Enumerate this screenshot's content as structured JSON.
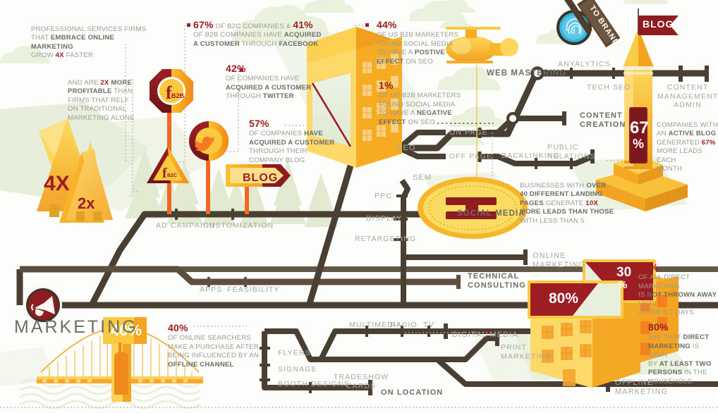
{
  "title": "MARKETING",
  "colors": {
    "road": "#4a3f33",
    "road_light": "#6b5c4a",
    "dark_red": "#9e1d22",
    "deep_red": "#7e1a1e",
    "orange": "#f4a020",
    "yellow": "#fbc62f",
    "pale_yellow": "#fde28a",
    "grey_text": "#9b9b95",
    "dark_grey_text": "#6d6d67",
    "pale_green": "#e4ecd6",
    "cloud": "#eaf0dd",
    "cyan": "#33b5e0",
    "stem_orange": "#f4671f"
  },
  "stats": [
    {
      "id": "professional-services",
      "lines": [
        [
          {
            "t": "PROFESSIONAL SERVICES FIRMS",
            "s": "n"
          }
        ],
        [
          {
            "t": "THAT ",
            "s": "n"
          },
          {
            "t": "EMBRACE ONLINE MARKETING",
            "s": "b"
          }
        ],
        [
          {
            "t": "GROW ",
            "s": "n"
          },
          {
            "t": "4X",
            "s": "num"
          },
          {
            "t": " FASTER",
            "s": "n"
          }
        ]
      ]
    },
    {
      "id": "more-profitable",
      "lines": [
        [
          {
            "t": "AND ARE ",
            "s": "n"
          },
          {
            "t": "2X",
            "s": "num"
          },
          {
            "t": " MORE",
            "s": "b"
          }
        ],
        [
          {
            "t": "PROFITABLE",
            "s": "b"
          },
          {
            "t": " THAN",
            "s": "n"
          }
        ],
        [
          {
            "t": "FIRMS THAT RELY",
            "s": "n"
          }
        ],
        [
          {
            "t": "ON TRADITIONAL",
            "s": "n"
          }
        ],
        [
          {
            "t": "MARKETING ALONE",
            "s": "n"
          }
        ]
      ]
    },
    {
      "id": "facebook-67",
      "lines": [
        [
          {
            "t": "67%",
            "s": "numbig"
          },
          {
            "t": " OF B2C COMPANIES & ",
            "s": "n"
          },
          {
            "t": "41%",
            "s": "numbig"
          }
        ],
        [
          {
            "t": "OF B2B COMPANIES HAVE ",
            "s": "n"
          },
          {
            "t": "ACQUIRED",
            "s": "b"
          }
        ],
        [
          {
            "t": "A CUSTOMER",
            "s": "b"
          },
          {
            "t": " THROUGH ",
            "s": "n"
          },
          {
            "t": "FACEBOOK",
            "s": "b"
          }
        ]
      ]
    },
    {
      "id": "twitter-42",
      "lines": [
        [
          {
            "t": "42%",
            "s": "numbig"
          }
        ],
        [
          {
            "t": "OF COMPANIES HAVE",
            "s": "n"
          }
        ],
        [
          {
            "t": "ACQUIRED A CUSTOMER",
            "s": "b"
          }
        ],
        [
          {
            "t": "THROUGH ",
            "s": "n"
          },
          {
            "t": "TWITTER",
            "s": "b"
          }
        ]
      ]
    },
    {
      "id": "blog-57",
      "lines": [
        [
          {
            "t": "57%",
            "s": "numbig"
          }
        ],
        [
          {
            "t": "OF COMPANIES ",
            "s": "n"
          },
          {
            "t": "HAVE",
            "s": "b"
          }
        ],
        [
          {
            "t": "ACQUIRED A CUSTOMER",
            "s": "b"
          }
        ],
        [
          {
            "t": "THROUGH THEIR",
            "s": "n"
          }
        ],
        [
          {
            "t": "COMPANY BLOG",
            "s": "n"
          }
        ]
      ]
    },
    {
      "id": "social-positive-44",
      "lines": [
        [
          {
            "t": "44%",
            "s": "numbig"
          }
        ],
        [
          {
            "t": "OF US B2B MARKETERS",
            "s": "n"
          }
        ],
        [
          {
            "t": "FOUND SOCIAL MEDIA",
            "s": "n"
          }
        ],
        [
          {
            "t": "TO HAVE A ",
            "s": "n"
          },
          {
            "t": "POSTIVE",
            "s": "b"
          }
        ],
        [
          {
            "t": "EFFECT",
            "s": "b"
          },
          {
            "t": " ON SEO",
            "s": "n"
          }
        ]
      ]
    },
    {
      "id": "social-negative-1",
      "lines": [
        [
          {
            "t": "1%",
            "s": "numbig"
          }
        ],
        [
          {
            "t": "OF US B2B MARKETERS",
            "s": "n"
          }
        ],
        [
          {
            "t": "FOUND SOCIAL MEDIA",
            "s": "n"
          }
        ],
        [
          {
            "t": "TO HAVE A ",
            "s": "n"
          },
          {
            "t": "NEGATIVE",
            "s": "b"
          }
        ],
        [
          {
            "t": "EFFECT",
            "s": "b"
          },
          {
            "t": " ON SEO",
            "s": "n"
          }
        ]
      ]
    },
    {
      "id": "landing-pages-10x",
      "lines": [
        [
          {
            "t": "BUSINESSES WITH ",
            "s": "n"
          },
          {
            "t": "OVER",
            "s": "b"
          }
        ],
        [
          {
            "t": "40 DIFFERENT LANDING",
            "s": "b"
          }
        ],
        [
          {
            "t": "PAGES",
            "s": "b"
          },
          {
            "t": " GENERATE ",
            "s": "n"
          },
          {
            "t": "10X",
            "s": "num"
          }
        ],
        [
          {
            "t": "MORE LEADS THAN THOSE",
            "s": "b"
          }
        ],
        [
          {
            "t": "WITH LESS THAN 5",
            "s": "n"
          }
        ]
      ]
    },
    {
      "id": "active-blog-67",
      "lines": [
        [
          {
            "t": "COMPANIES WITH",
            "s": "n"
          }
        ],
        [
          {
            "t": "AN ",
            "s": "n"
          },
          {
            "t": "ACTIVE BLOG",
            "s": "b"
          }
        ],
        [
          {
            "t": "GENERATED ",
            "s": "n"
          },
          {
            "t": "67%",
            "s": "num"
          }
        ],
        [
          {
            "t": "MORE LEADS EACH",
            "s": "n"
          }
        ],
        [
          {
            "t": "MONTH",
            "s": "n"
          }
        ]
      ]
    },
    {
      "id": "direct-mail-30",
      "lines": [
        [
          {
            "t": "30%",
            "s": "numbig"
          }
        ],
        [
          {
            "t": "OF ALL DIRECT MARKETING",
            "s": "n"
          }
        ],
        [
          {
            "t": "IS ",
            "s": "n"
          },
          {
            "t": "NOT THROWN AWAY",
            "s": "b"
          },
          {
            "t": " UNTIL",
            "s": "n"
          }
        ],
        [
          {
            "t": "AFTER 3-7 DAYS",
            "s": "n"
          }
        ]
      ]
    },
    {
      "id": "direct-mail-80",
      "lines": [
        [
          {
            "t": "80%",
            "s": "numbig"
          }
        ],
        [
          {
            "t": "SAY THAT ",
            "s": "n"
          },
          {
            "t": "DIRECT",
            "s": "b"
          }
        ],
        [
          {
            "t": "MARKETING",
            "s": "b"
          },
          {
            "t": " IS SEEN",
            "s": "n"
          }
        ],
        [
          {
            "t": "BY ",
            "s": "n"
          },
          {
            "t": "AT LEAST TWO",
            "s": "b"
          }
        ],
        [
          {
            "t": "PERSONS",
            "s": "b"
          },
          {
            "t": " IN THE",
            "s": "n"
          }
        ],
        [
          {
            "t": "HOUSEHOLD.",
            "s": "n"
          }
        ]
      ]
    },
    {
      "id": "offline-channel-40",
      "lines": [
        [
          {
            "t": "40%",
            "s": "numbig"
          }
        ],
        [
          {
            "t": "OF ONLINE SEARCHERS",
            "s": "n"
          }
        ],
        [
          {
            "t": "MAKE A PURCHASE AFTER",
            "s": "n"
          }
        ],
        [
          {
            "t": "BEING INFLUENCED BY AN",
            "s": "n"
          }
        ],
        [
          {
            "t": "OFFLINE CHANNEL",
            "s": "b"
          }
        ]
      ]
    }
  ],
  "nodes": {
    "social_media": "SOCIAL MEDIA",
    "technical_consulting": "TECHNICAL\nCONSULTING",
    "web_mastering": "WEB MASTERING",
    "content_creation": "CONTENT\nCREATION",
    "online_marketing": "ONLINE\nMARKETING",
    "offline_marketing": "OFFLINE\nMARKETING",
    "print_marketing": "PRINT\nMARKETING",
    "digital_media": "DIGITAL MEDIA",
    "on_location": "ON LOCATION",
    "seo": "SEO",
    "sem": "SEM"
  },
  "sub_labels": {
    "ad_campaign": "AD CAMPAIGN",
    "customization": "CUSTOMIZATION",
    "apps": "APPS",
    "feasibility": "FEASIBILITY",
    "on_page": "ON PAGE",
    "off_page": "OFF PAGE",
    "anyalytics": "ANYALYTICS",
    "tech_seo": "TECH SEO",
    "content_management_admin": "CONTENT\nMANAGEMENT\nADMIN",
    "backlinking": "BACKLINKING",
    "public_relations": "PUBLIC\nRELATIONS",
    "ppc": "PPC",
    "display": "DISPLAY",
    "retargeting": "RETARGETING",
    "multimedia": "MULTIMEDIA",
    "radio": "RADIO",
    "tv": "TV",
    "flyers": "FLYERS",
    "signage": "SIGNAGE",
    "booth_designs": "BOOTH DESIGNS",
    "tradeshow_cards": "TRADESHOW\nCARDS"
  },
  "illustrations": {
    "pyramid_big": "4X",
    "pyramid_small": "2x",
    "facebook_badge": "f",
    "facebook_badge_sub": "B2B",
    "facebook_triangle": "f",
    "facebook_triangle_sub": "B2C",
    "blog_sign": "BLOG",
    "blog_flag": "BLOG",
    "to_branding_sign": "TO BRANDING",
    "pencil_pct": "67",
    "pencil_pct_sym": "%",
    "bridge_pct": "40%",
    "mail_big_pct": "80%",
    "mail_small_pct": "30",
    "mail_small_pct_sym": "%"
  }
}
